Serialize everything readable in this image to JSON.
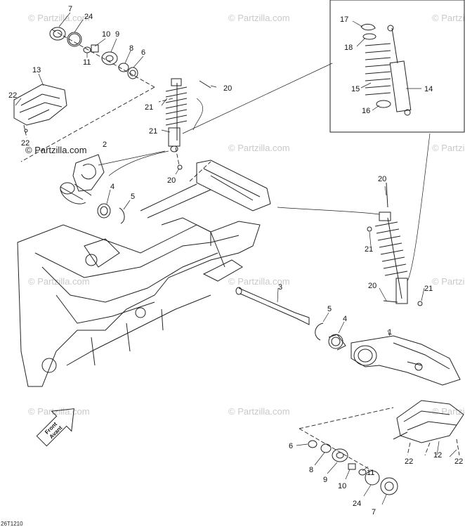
{
  "watermark": {
    "brand_text": "© Partzilla.com",
    "main_text": "© Partzilla.com"
  },
  "figure_ref": "26T1210",
  "front_label": {
    "line1": "Front",
    "line2": "Avant"
  },
  "callouts": {
    "c7a": "7",
    "c24a": "24",
    "c10a": "10",
    "c9a": "9",
    "c11a": "11",
    "c8a": "8",
    "c6a": "6",
    "c13": "13",
    "c22a": "22",
    "c22b": "22",
    "c2": "2",
    "c4a": "4",
    "c5a": "5",
    "c21a": "21",
    "c21b": "21",
    "c20a": "20",
    "c20b": "20",
    "c17": "17",
    "c18": "18",
    "c15": "15",
    "c16": "16",
    "c14": "14",
    "c20c": "20",
    "c21c": "21",
    "c20d": "20",
    "c21d": "21",
    "c3": "3",
    "c5b": "5",
    "c4b": "4",
    "c1": "1",
    "c6b": "6",
    "c8b": "8",
    "c9b": "9",
    "c10b": "10",
    "c11b": "11",
    "c24b": "24",
    "c7b": "7",
    "c22c": "22",
    "c12": "12",
    "c22d": "22"
  }
}
